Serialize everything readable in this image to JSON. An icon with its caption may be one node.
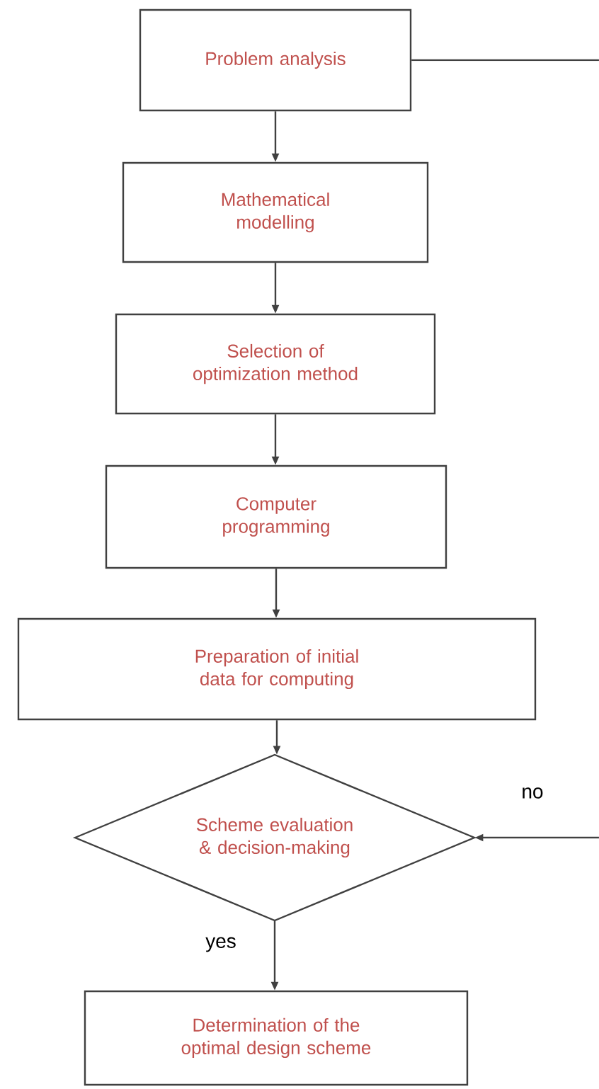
{
  "diagram": {
    "nodes": [
      {
        "text": [
          "Problem analysis"
        ]
      },
      {
        "text": [
          "Mathematical modelling"
        ]
      },
      {
        "text": [
          "Selection of optimization method"
        ]
      },
      {
        "text": [
          "Computer programming"
        ]
      },
      {
        "text": [
          "Preparation of initial data for computing"
        ]
      },
      {
        "text": [
          "Scheme evaluation & decision-making"
        ]
      },
      {
        "text": [
          "Determination of the optimal design scheme"
        ]
      }
    ],
    "edges": [
      {
        "from": 0,
        "to": null,
        "arrow": "none"
      },
      {
        "from": 0,
        "to": 1,
        "arrow": "to"
      },
      {
        "from": 1,
        "to": 2,
        "arrow": "to"
      },
      {
        "from": 2,
        "to": 3,
        "arrow": "to"
      },
      {
        "from": 3,
        "to": 4,
        "arrow": "to"
      },
      {
        "from": 4,
        "to": 5,
        "arrow": "to"
      },
      {
        "from": null,
        "to": 5,
        "arrow": "to",
        "label": "no"
      },
      {
        "from": 5,
        "to": 6,
        "arrow": "to",
        "label": "yes"
      }
    ]
  }
}
